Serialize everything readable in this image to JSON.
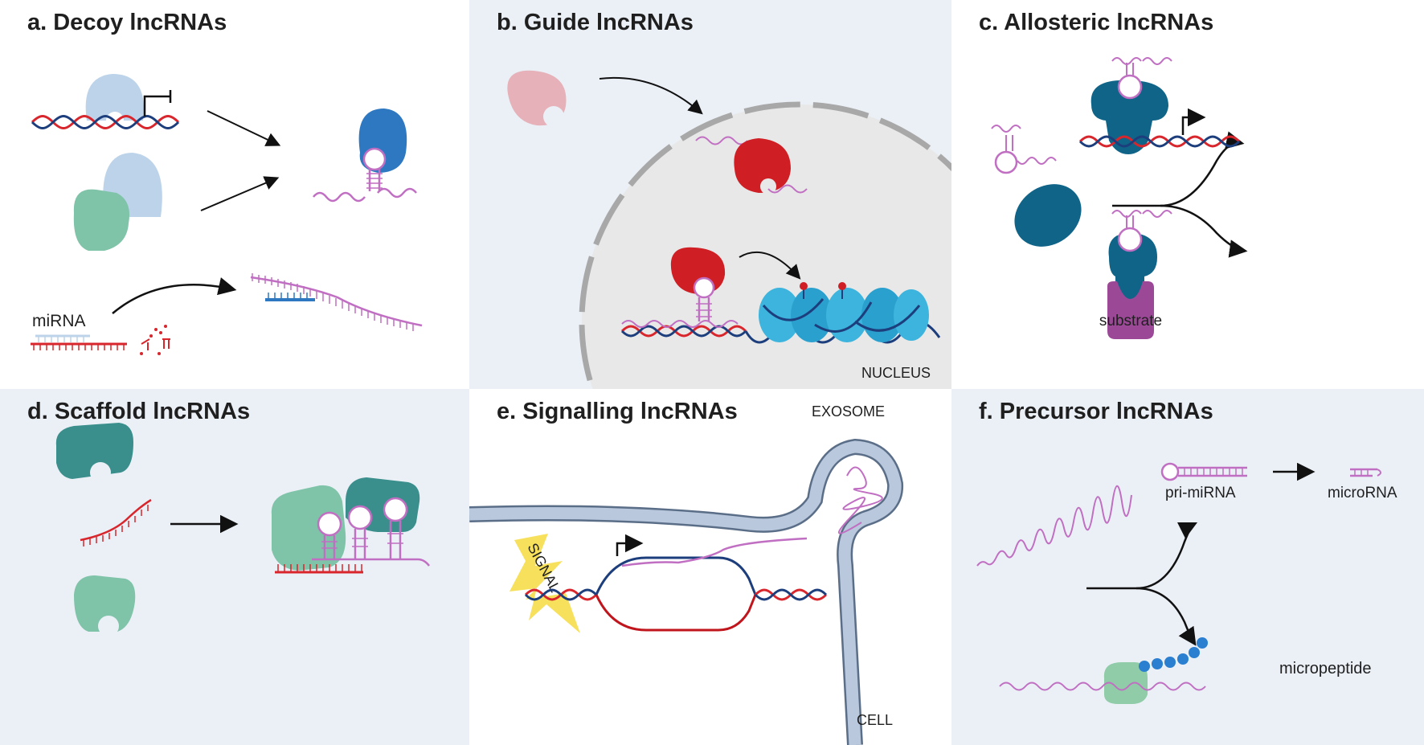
{
  "panels": {
    "a": {
      "title": "a. Decoy lncRNAs",
      "labels": {
        "mirna": "miRNA"
      }
    },
    "b": {
      "title": "b. Guide lncRNAs",
      "labels": {
        "nucleus": "NUCLEUS"
      }
    },
    "c": {
      "title": "c. Allosteric lncRNAs",
      "labels": {
        "substrate": "substrate"
      }
    },
    "d": {
      "title": "d. Scaffold lncRNAs"
    },
    "e": {
      "title": "e. Signalling lncRNAs",
      "labels": {
        "exosome": "EXOSOME",
        "signal": "SIGNAL",
        "cell": "CELL"
      }
    },
    "f": {
      "title": "f. Precursor lncRNAs",
      "labels": {
        "pri_mirna": "pri-miRNA",
        "microrna": "microRNA",
        "micropeptide": "micropeptide"
      }
    }
  },
  "colors": {
    "panel_bg_light": "#ebf0f7",
    "protein_light_blue": "#bcd3ea",
    "protein_blue": "#2e78c2",
    "protein_green": "#7fc3a8",
    "protein_teal": "#3a8f8c",
    "protein_pink": "#e6b1b8",
    "protein_red": "#cf1f25",
    "protein_dark_teal": "#0f6488",
    "substrate_purple": "#9b4897",
    "rna_lilac": "#c06fc2",
    "dna_red": "#d8262c",
    "dna_navy": "#1d3e7c",
    "nucleosome_cyan": "#3cb4dd",
    "micropeptide_blue": "#2a7fd0",
    "signal_yellow": "#f6e05c"
  }
}
